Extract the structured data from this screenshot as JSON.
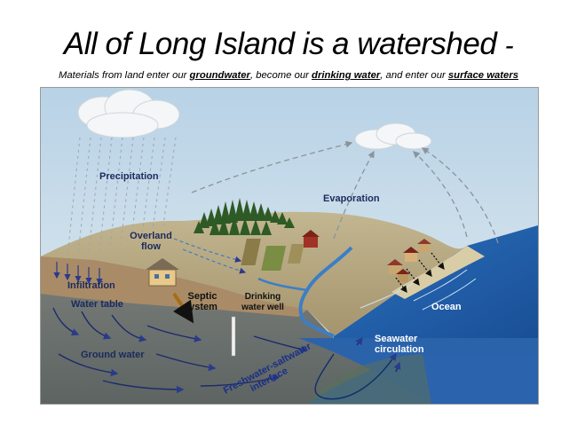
{
  "header": {
    "title": "All of Long Island is a watershed",
    "title_separator": "-",
    "subtitle_part1": "Materials from land enter our ",
    "subtitle_term1": "groundwater",
    "subtitle_part2": ", become our ",
    "subtitle_term2": "drinking water",
    "subtitle_part3": ", and enter our ",
    "subtitle_term3": "surface waters"
  },
  "diagram": {
    "labels": {
      "precipitation": "Precipitation",
      "evaporation": "Evaporation",
      "overland_flow_1": "Overland",
      "overland_flow_2": "flow",
      "infiltration": "Infiltration",
      "septic_1": "Septic",
      "septic_2": "system",
      "drinking_1": "Drinking",
      "drinking_2": "water well",
      "water_table": "Water table",
      "ground_water": "Ground water",
      "ocean": "Ocean",
      "seawater_1": "Seawater",
      "seawater_2": "circulation",
      "interface_1": "Freshwater-saltwater",
      "interface_2": "interface"
    }
  },
  "colors": {
    "sky_top": "#b8d2e6",
    "sky_bottom": "#dfe9ef",
    "ocean": "#1f5fae",
    "ground": "#68706e",
    "label_text": "#1c2a5c",
    "hill": "#b0a27e",
    "trees": "#2e5a25"
  }
}
